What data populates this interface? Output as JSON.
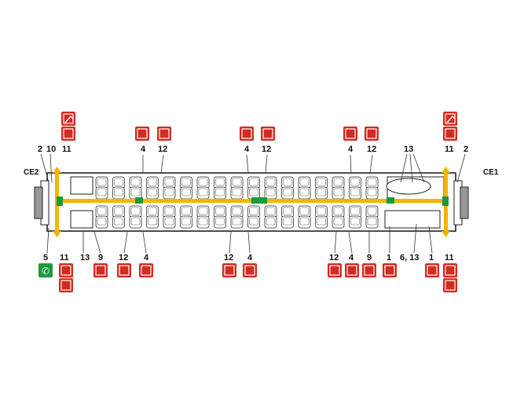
{
  "diagram": {
    "ends": {
      "left": "CE2",
      "right": "CE1"
    },
    "top_labels": {
      "l2": "2",
      "l10": "10",
      "l11a": "11",
      "g1_4": "4",
      "g1_12": "12",
      "g2_4": "4",
      "g2_12": "12",
      "g3_4": "4",
      "g3_12": "12",
      "r13": "13",
      "r11": "11",
      "r2": "2"
    },
    "bottom_labels": {
      "b5": "5",
      "b11": "11",
      "b13": "13",
      "b9": "9",
      "b12a": "12",
      "b4a": "4",
      "b12b": "12",
      "b4b": "4",
      "b12c": "12",
      "b4c": "4",
      "b9b": "9",
      "b1a": "1",
      "b613": "6, 13",
      "b1b": "1",
      "b11b": "11"
    },
    "icons": [
      "emergency-hammer-icon",
      "first-aid-icon",
      "window-exit-icon",
      "emergency-brake-icon",
      "fire-extinguisher-icon",
      "emergency-phone-icon",
      "lever-icon"
    ],
    "colors": {
      "sign_red": "#d42a21",
      "sign_green": "#1a9a3c",
      "escape_route": "#f5b400"
    }
  }
}
